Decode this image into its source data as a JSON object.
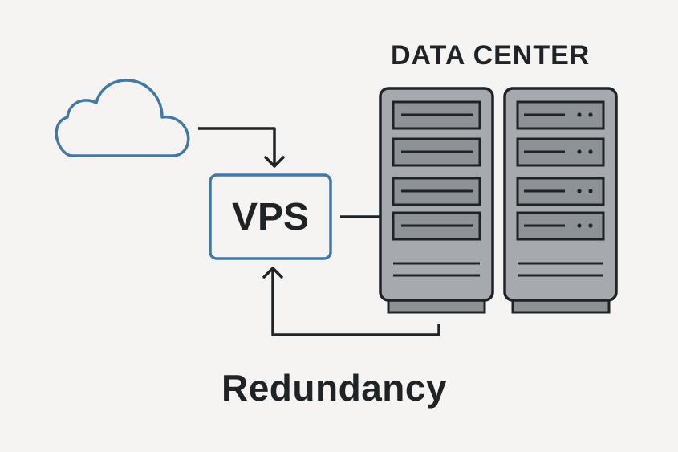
{
  "diagram": {
    "title": "DATA CENTER",
    "vps_label": "VPS",
    "redundancy_label": "Redundancy"
  },
  "nodes": [
    {
      "id": "cloud",
      "icon": "cloud-icon"
    },
    {
      "id": "vps",
      "icon": "vps-box"
    },
    {
      "id": "server-rack-left",
      "icon": "server-rack-icon"
    },
    {
      "id": "server-rack-right",
      "icon": "server-rack-icon"
    }
  ],
  "edges": [
    {
      "from": "cloud",
      "to": "vps",
      "arrow": true
    },
    {
      "from": "vps",
      "to": "server-rack-left",
      "arrow": false
    },
    {
      "from": "server-rack-left",
      "to": "vps",
      "arrow": true
    }
  ],
  "colors": {
    "background": "#f5f4f3",
    "accent_blue": "#3f79a9",
    "outline": "#1f2326",
    "server_fill": "#a6aaaf",
    "slot_fill": "#8d9297"
  }
}
